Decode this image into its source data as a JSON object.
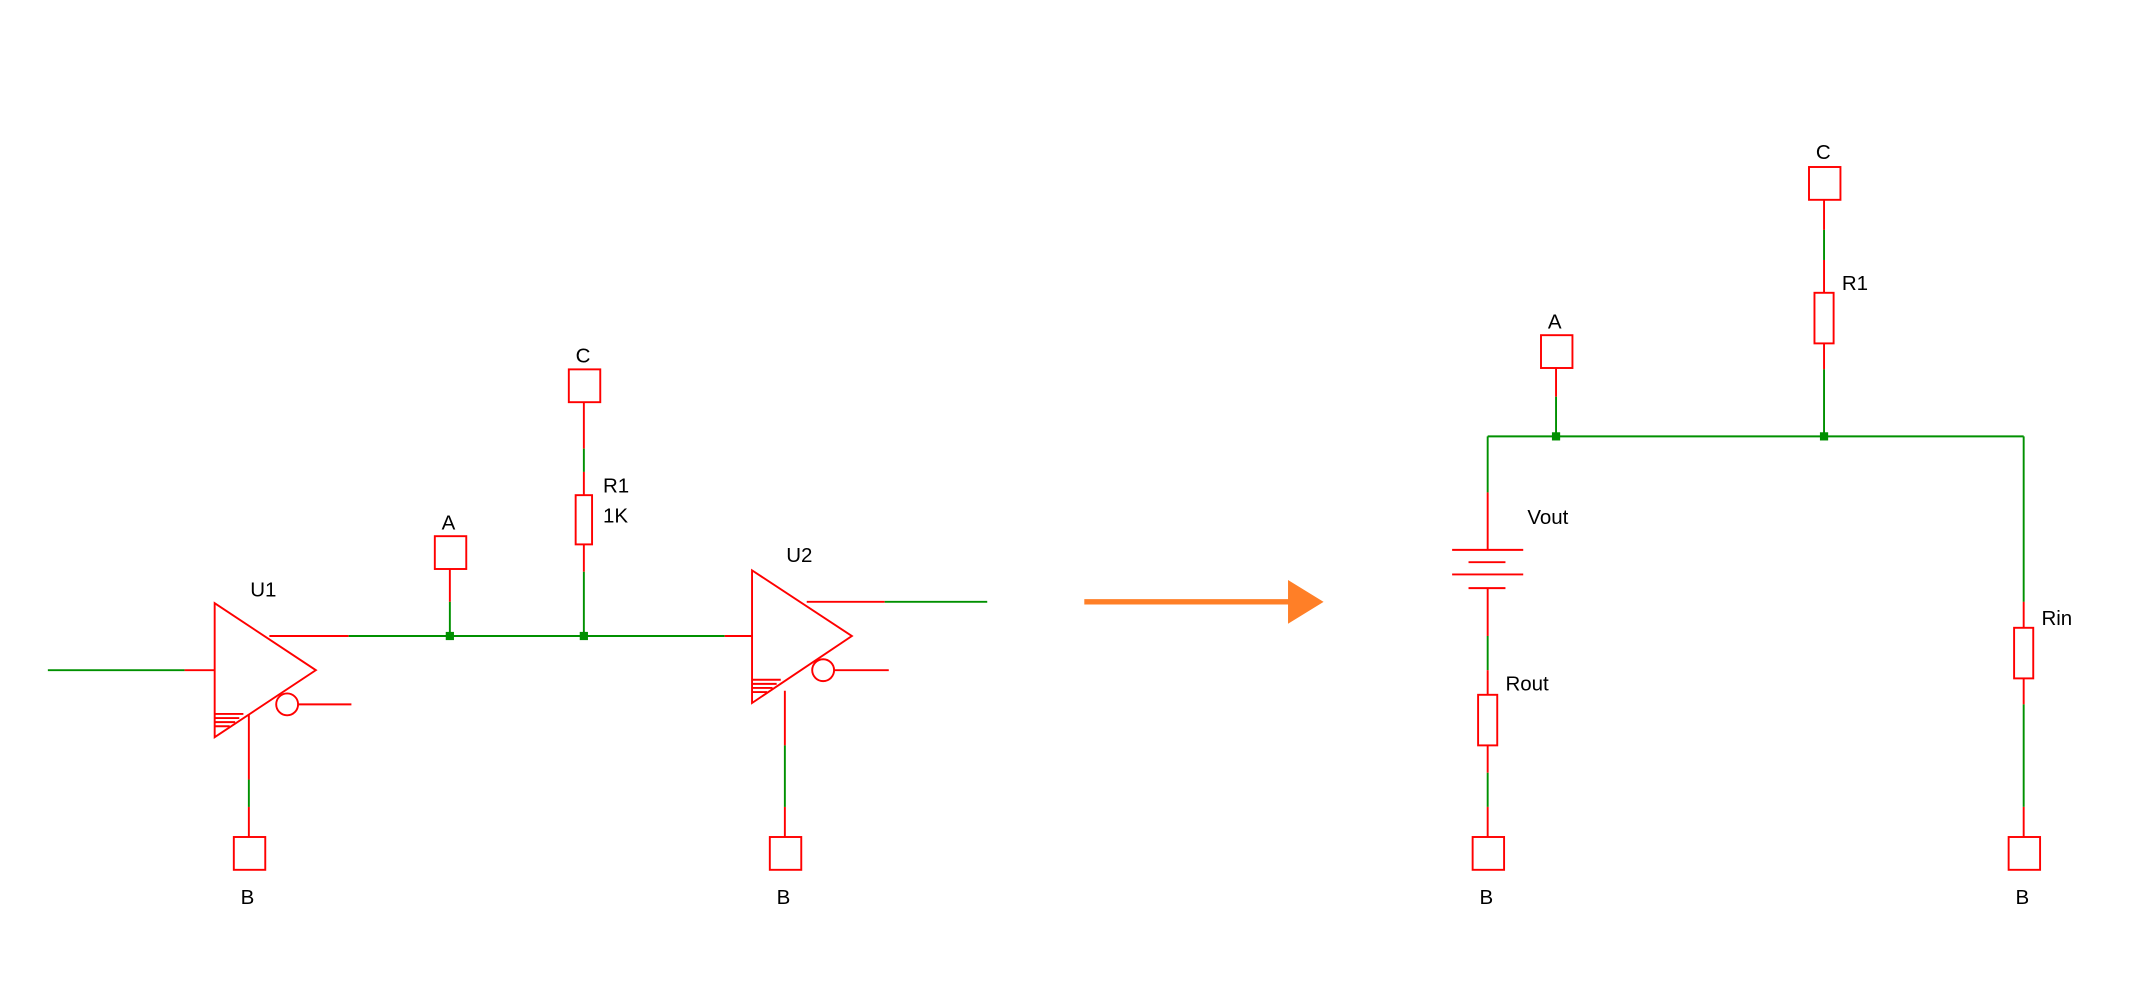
{
  "colors": {
    "component": "#ff0000",
    "wire": "#009000",
    "arrow": "#ff7f27"
  },
  "left_circuit": {
    "u1": "U1",
    "u2": "U2",
    "port_a": "A",
    "port_c": "C",
    "port_b1": "B",
    "port_b2": "B",
    "r1_name": "R1",
    "r1_value": "1K"
  },
  "right_circuit": {
    "port_a": "A",
    "port_c": "C",
    "port_b1": "B",
    "port_b2": "B",
    "r1_name": "R1",
    "source": "Vout",
    "rout": "Rout",
    "rin": "Rin"
  }
}
